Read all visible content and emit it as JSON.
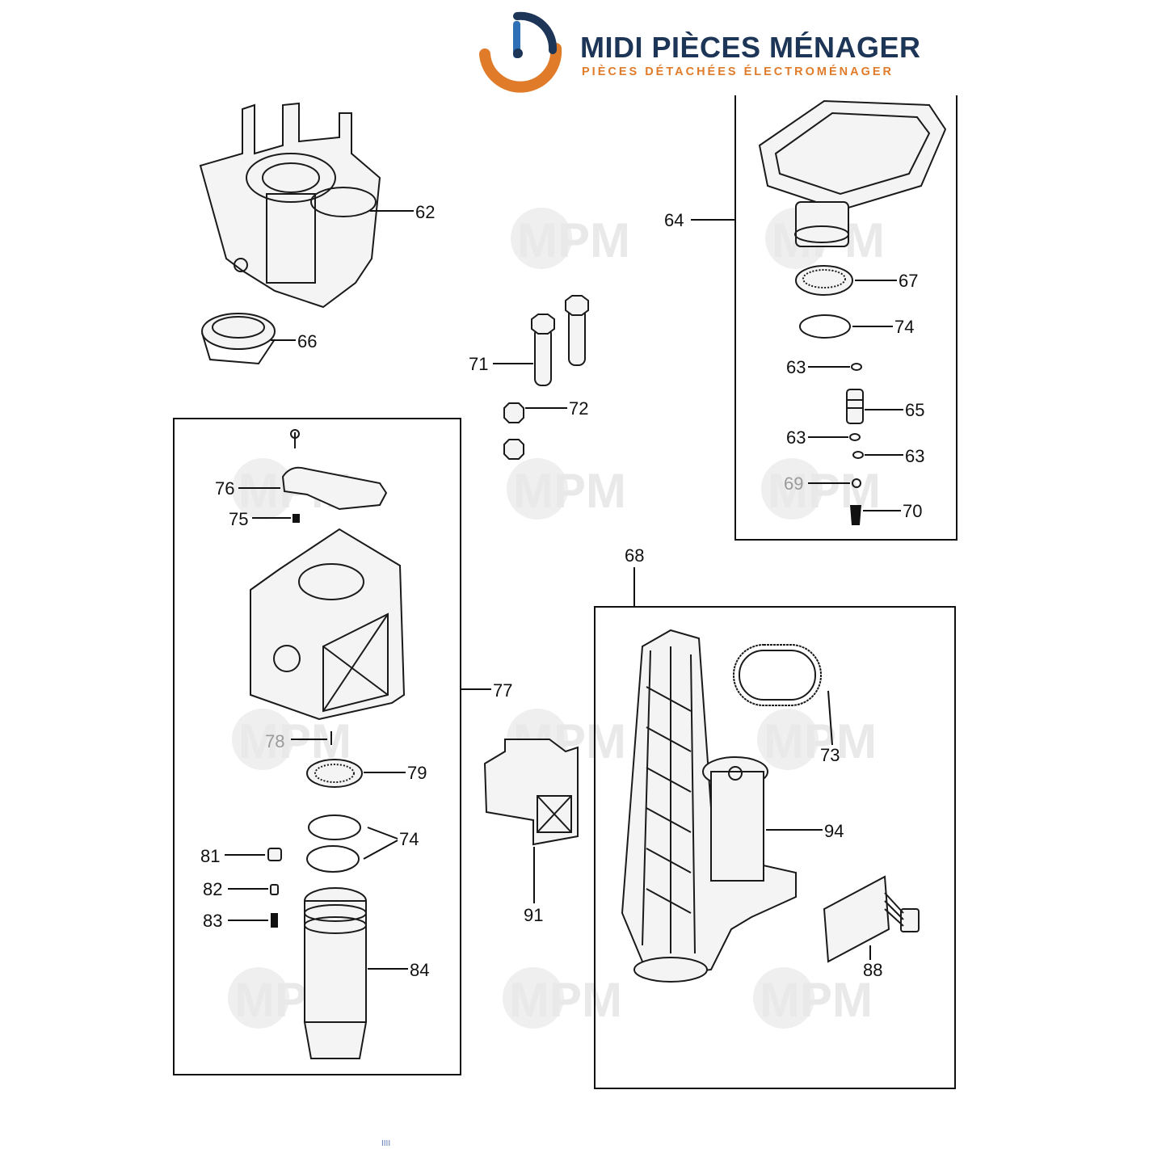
{
  "brand": {
    "name": "MIDI PIÈCES MÉNAGER",
    "tagline": "PIÈCES DÉTACHÉES ÉLECTROMÉNAGER",
    "colors": {
      "navy": "#1d3557",
      "orange": "#e07b2a",
      "blue": "#2f6fb5"
    }
  },
  "watermark": {
    "text": "MPM"
  },
  "labels": {
    "p62": "62",
    "p66": "66",
    "p64": "64",
    "p67": "67",
    "p74a": "74",
    "p63a": "63",
    "p65": "65",
    "p63b": "63",
    "p63c": "63",
    "p69": "69",
    "p70": "70",
    "p71": "71",
    "p72": "72",
    "p76": "76",
    "p75": "75",
    "p77": "77",
    "p78": "78",
    "p79": "79",
    "p74b": "74",
    "p81": "81",
    "p82": "82",
    "p83": "83",
    "p84": "84",
    "p68": "68",
    "p73": "73",
    "p91": "91",
    "p94": "94",
    "p88": "88"
  },
  "footer_mark": "IIII"
}
